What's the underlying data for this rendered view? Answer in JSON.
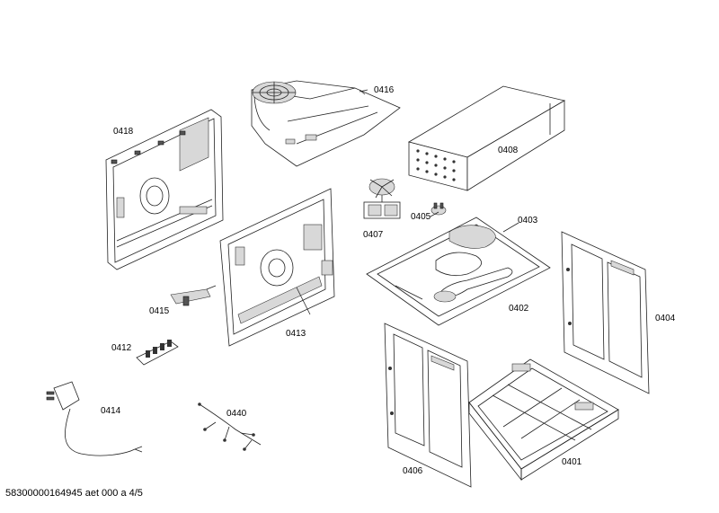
{
  "parts": [
    {
      "id": "part-0416",
      "label": "0416"
    },
    {
      "id": "part-0418",
      "label": "0418"
    },
    {
      "id": "part-0408",
      "label": "0408"
    },
    {
      "id": "part-0407",
      "label": "0407"
    },
    {
      "id": "part-0405",
      "label": "0405"
    },
    {
      "id": "part-0403",
      "label": "0403"
    },
    {
      "id": "part-0415",
      "label": "0415"
    },
    {
      "id": "part-0413",
      "label": "0413"
    },
    {
      "id": "part-0402",
      "label": "0402"
    },
    {
      "id": "part-0404",
      "label": "0404"
    },
    {
      "id": "part-0412",
      "label": "0412"
    },
    {
      "id": "part-0414",
      "label": "0414"
    },
    {
      "id": "part-0440",
      "label": "0440"
    },
    {
      "id": "part-0406",
      "label": "0406"
    },
    {
      "id": "part-0401",
      "label": "0401"
    }
  ],
  "footer": "58300000164945 aet 000 a 4/5"
}
